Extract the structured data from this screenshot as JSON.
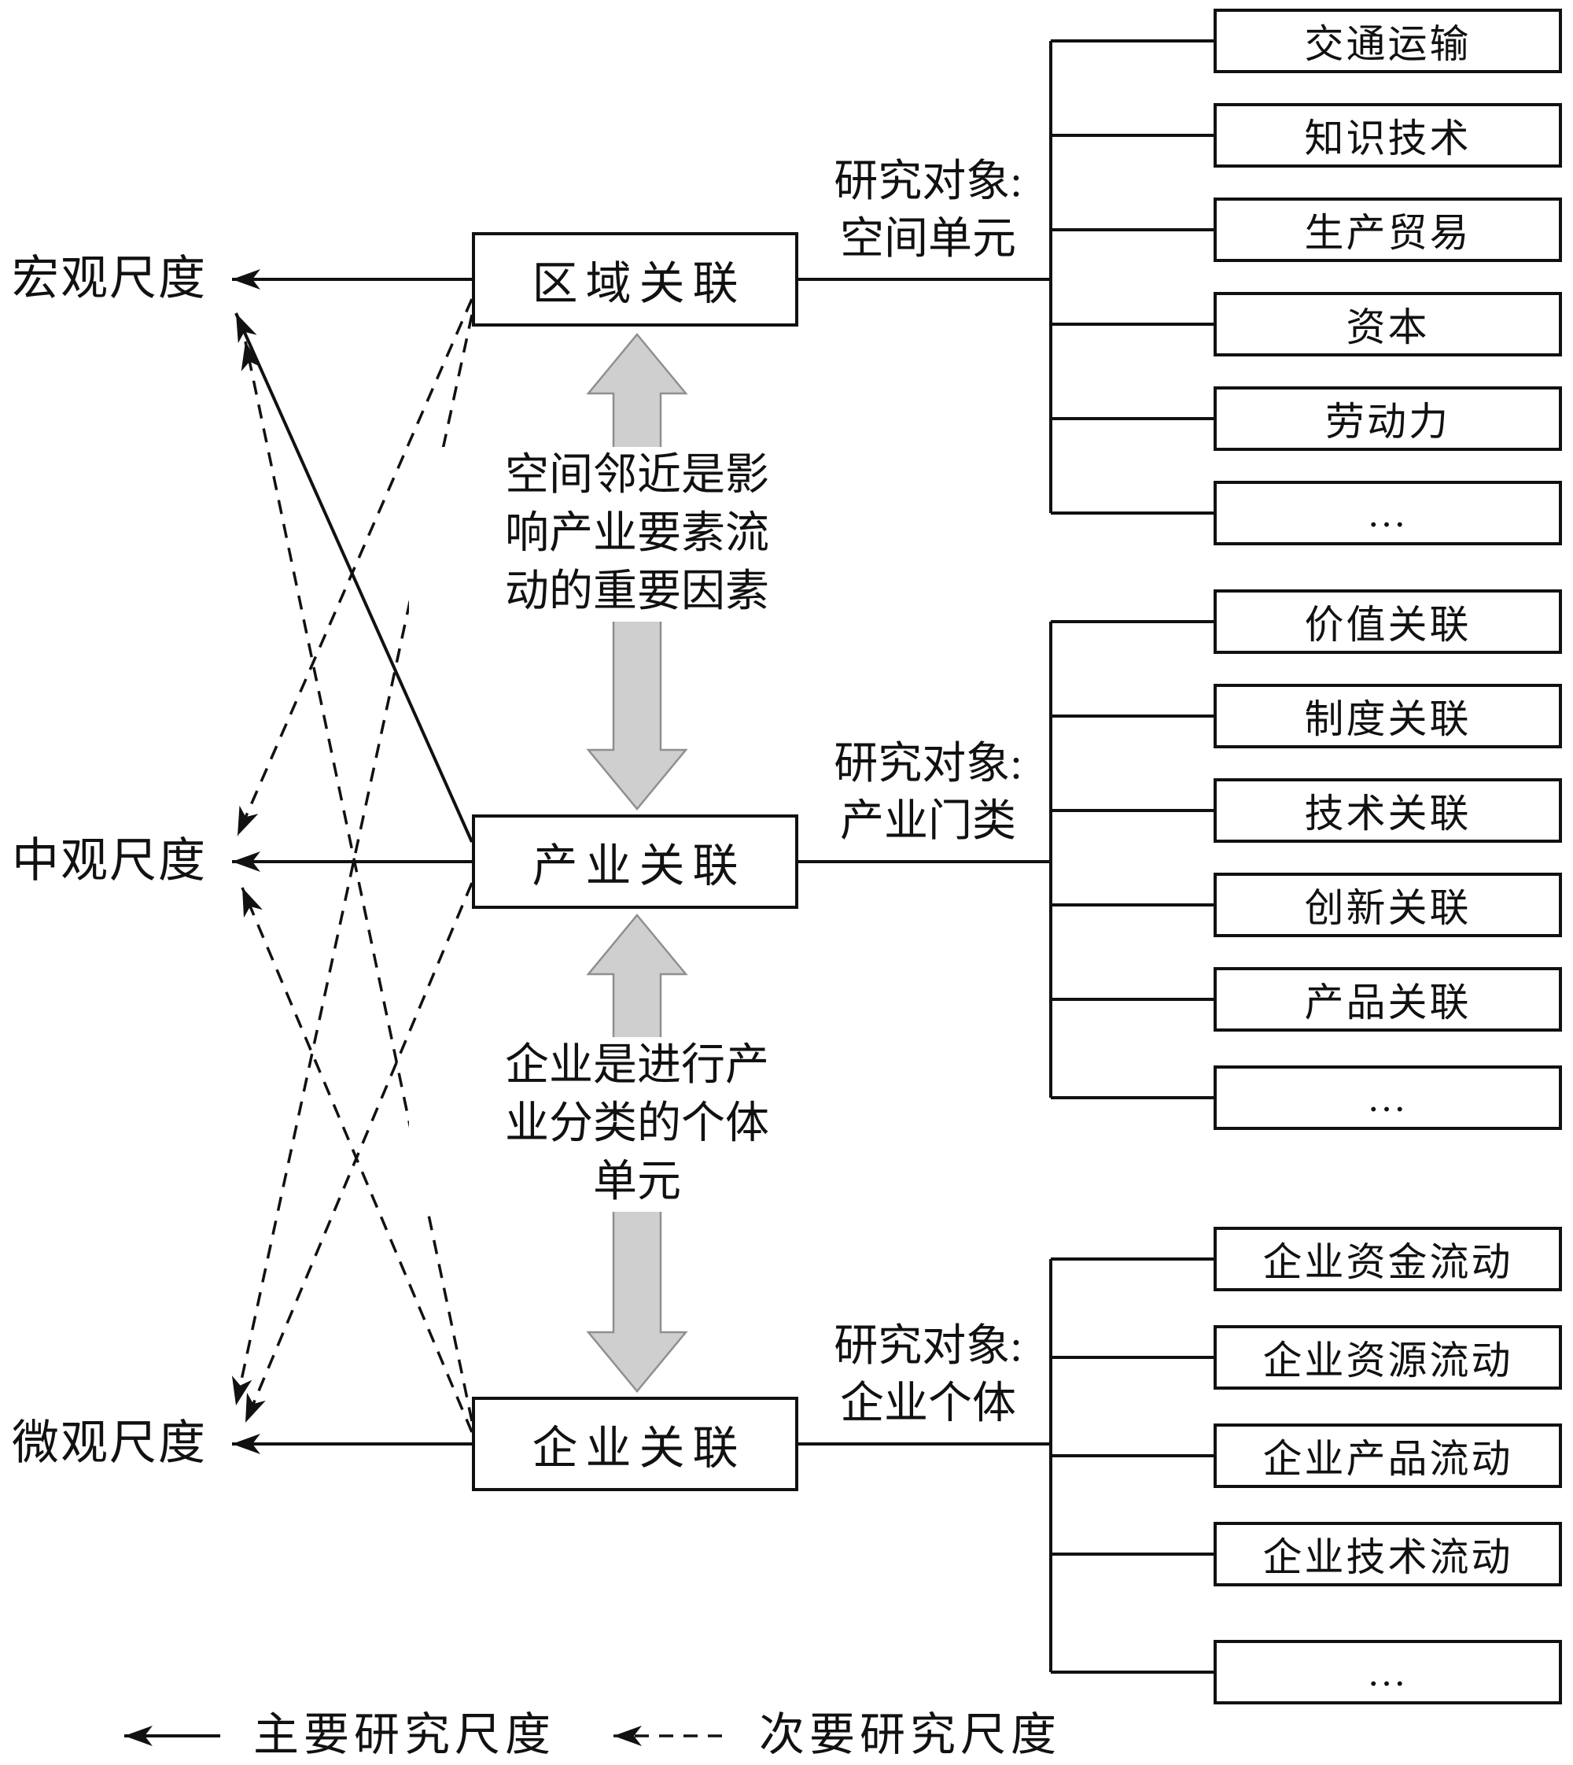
{
  "diagram": {
    "scales": [
      {
        "id": "macro",
        "label": "宏观尺度"
      },
      {
        "id": "meso",
        "label": "中观尺度"
      },
      {
        "id": "micro",
        "label": "微观尺度"
      }
    ],
    "linkages": [
      {
        "id": "regional",
        "label": "区域关联"
      },
      {
        "id": "industrial",
        "label": "产业关联"
      },
      {
        "id": "enterprise",
        "label": "企业关联"
      }
    ],
    "arrow_notes": [
      {
        "line1": "空间邻近是影",
        "line2": "响产业要素流",
        "line3": "动的重要因素"
      },
      {
        "line1": "企业是进行产",
        "line2": "业分类的个体",
        "line3": "单元"
      }
    ],
    "research_groups": [
      {
        "object_line1": "研究对象:",
        "object_line2": "空间单元",
        "items": [
          "交通运输",
          "知识技术",
          "生产贸易",
          "资本",
          "劳动力",
          "…"
        ]
      },
      {
        "object_line1": "研究对象:",
        "object_line2": "产业门类",
        "items": [
          "价值关联",
          "制度关联",
          "技术关联",
          "创新关联",
          "产品关联",
          "…"
        ]
      },
      {
        "object_line1": "研究对象:",
        "object_line2": "企业个体",
        "items": [
          "企业资金流动",
          "企业资源流动",
          "企业产品流动",
          "企业技术流动",
          "…"
        ]
      }
    ],
    "legend": {
      "primary_label": "主要研究尺度",
      "secondary_label": "次要研究尺度"
    },
    "colors": {
      "line": "#111111",
      "thick_arrow_fill": "#cfcfcf",
      "thick_arrow_stroke": "#8f8f8f",
      "background": "#ffffff"
    }
  }
}
